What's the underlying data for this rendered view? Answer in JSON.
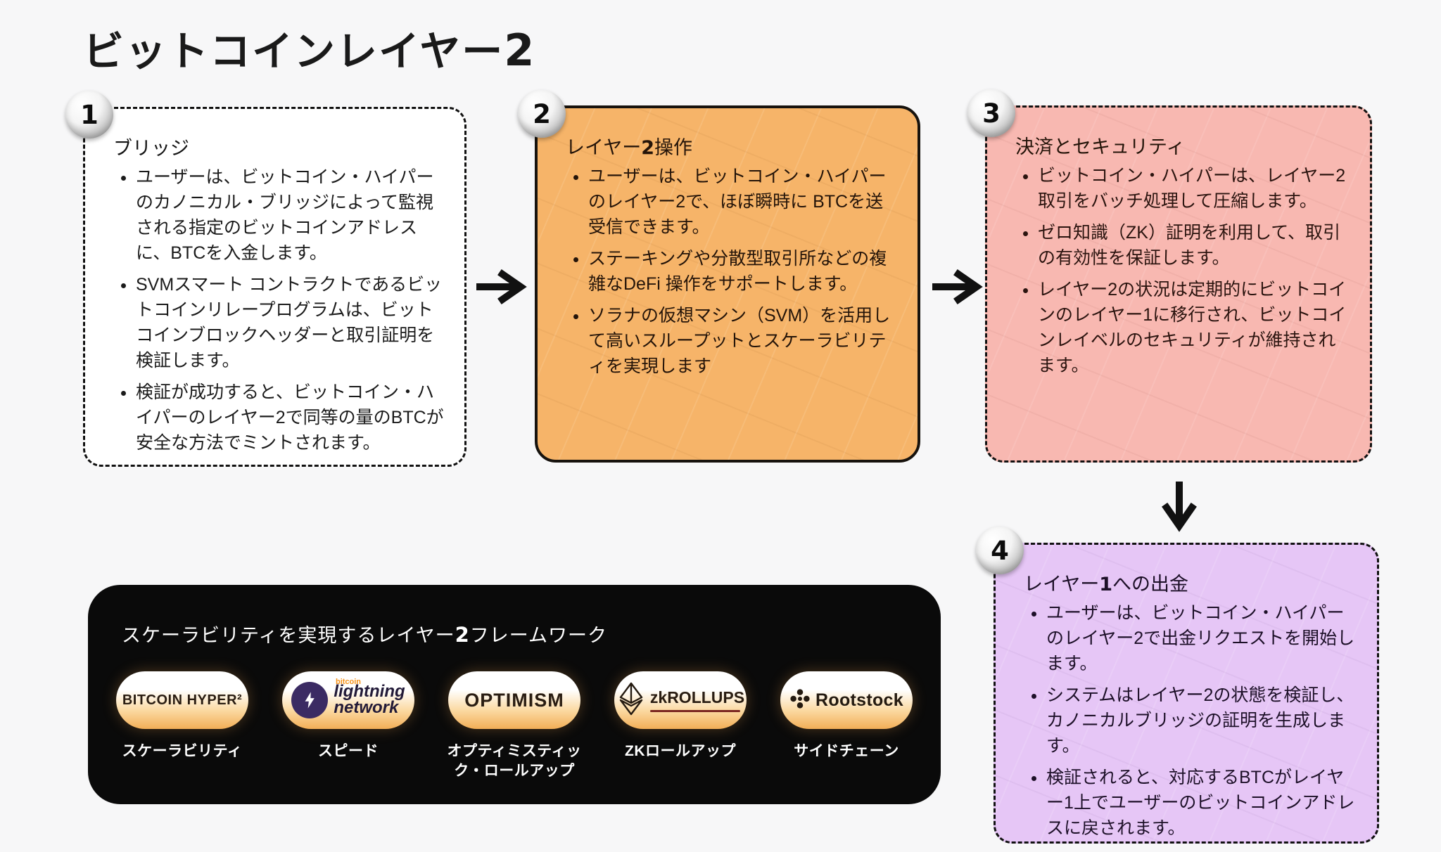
{
  "page": {
    "title": {
      "pre": "ビットコインレイヤー",
      "num": "2",
      "post": ""
    }
  },
  "colors": {
    "step2_bg": "#f6b469",
    "step3_bg": "#f8b8b1",
    "step4_bg": "#e6c6f6",
    "panel_bg": "#0a0a0a",
    "pill_gold": "#f2ae57",
    "lightning_purple": "#3b2b63",
    "bitcoin_orange": "#f7931a"
  },
  "boxes": [
    {
      "number": "1",
      "title": {
        "pre": "ブリッジ",
        "num": "",
        "post": ""
      },
      "bullets": [
        "ユーザーは、ビットコイン・ハイパーのカノニカル・ブリッジによって監視される指定のビットコインアドレスに、BTCを入金します。",
        "SVMスマート コントラクトであるビットコインリレープログラムは、ビットコインブロックヘッダーと取引証明を検証します。",
        "検証が成功すると、ビットコイン・ハイパーのレイヤー2で同等の量のBTCが安全な方法でミントされます。"
      ]
    },
    {
      "number": "2",
      "title": {
        "pre": "レイヤー",
        "num": "2",
        "post": "操作"
      },
      "bullets": [
        "ユーザーは、ビットコイン・ハイパーのレイヤー2で、ほぼ瞬時に BTCを送受信できます。",
        "ステーキングや分散型取引所などの複雑なDeFi 操作をサポートします。",
        "ソラナの仮想マシン（SVM）を活用して高いスループットとスケーラビリティを実現します"
      ]
    },
    {
      "number": "3",
      "title": {
        "pre": "決済とセキュリティ",
        "num": "",
        "post": ""
      },
      "bullets": [
        "ビットコイン・ハイパーは、レイヤー2取引をバッチ処理して圧縮します。",
        "ゼロ知識（ZK）証明を利用して、取引の有効性を保証します。",
        "レイヤー2の状況は定期的にビットコインのレイヤー1に移行され、ビットコインレイベルのセキュリティが維持されます。"
      ]
    },
    {
      "number": "4",
      "title": {
        "pre": "レイヤー",
        "num": "1",
        "post": "への出金"
      },
      "bullets": [
        "ユーザーは、ビットコイン・ハイパーのレイヤー2で出金リクエストを開始します。",
        "システムはレイヤー2の状態を検証し、カノニカルブリッジの証明を生成します。",
        "検証されると、対応するBTCがレイヤー1上でユーザーのビットコインアドレスに戻されます。"
      ]
    }
  ],
  "framework": {
    "heading": {
      "pre": "スケーラビリティを実現するレイヤー",
      "num": "2",
      "post": "フレームワーク"
    },
    "items": [
      {
        "logo": "BITCOIN HYPER²",
        "label": "スケーラビリティ"
      },
      {
        "logo_top": "bitcoin",
        "logo_line1": "lightning",
        "logo_line2": "network",
        "label": "スピード"
      },
      {
        "logo": "OPTIMISM",
        "label": "オプティミスティック・ロールアップ"
      },
      {
        "logo": "zkROLLUPS",
        "label": "ZKロールアップ"
      },
      {
        "logo": "Rootstock",
        "label": "サイドチェーン"
      }
    ]
  }
}
